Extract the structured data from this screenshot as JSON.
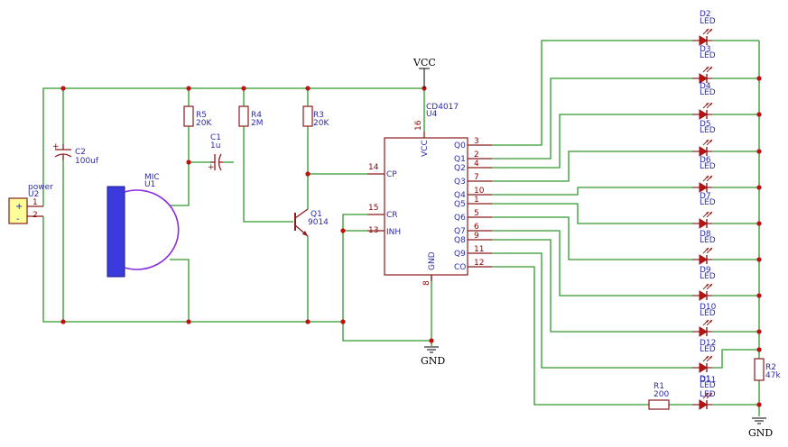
{
  "power": {
    "vcc": "VCC",
    "gnd": "GND"
  },
  "u2": {
    "ref": "U2",
    "value": "power",
    "pin1": "1",
    "pin2": "2",
    "plus": "+",
    "minus": "-"
  },
  "c2": {
    "ref": "C2",
    "value": "100uf"
  },
  "mic": {
    "ref": "U1",
    "value": "MIC"
  },
  "r5": {
    "ref": "R5",
    "value": "20K"
  },
  "r4": {
    "ref": "R4",
    "value": "2M"
  },
  "r3": {
    "ref": "R3",
    "value": "20K"
  },
  "c1": {
    "ref": "C1",
    "value": "1u"
  },
  "q1": {
    "ref": "Q1",
    "value": "9014"
  },
  "u4": {
    "ref": "U4",
    "value": "CD4017",
    "left_pins": [
      {
        "num": "14",
        "name": "CP"
      },
      {
        "num": "15",
        "name": "CR"
      },
      {
        "num": "13",
        "name": "INH"
      }
    ],
    "top_pin": {
      "num": "16",
      "name": "VCC"
    },
    "bottom_pin": {
      "num": "8",
      "name": "GND"
    },
    "right_pins": [
      {
        "num": "3",
        "name": "Q0"
      },
      {
        "num": "2",
        "name": "Q1"
      },
      {
        "num": "4",
        "name": "Q2"
      },
      {
        "num": "7",
        "name": "Q3"
      },
      {
        "num": "10",
        "name": "Q4"
      },
      {
        "num": "1",
        "name": "Q5"
      },
      {
        "num": "5",
        "name": "Q6"
      },
      {
        "num": "6",
        "name": "Q7"
      },
      {
        "num": "9",
        "name": "Q8"
      },
      {
        "num": "11",
        "name": "Q9"
      },
      {
        "num": "12",
        "name": "CO"
      }
    ]
  },
  "leds": [
    {
      "ref": "D2",
      "value": "LED"
    },
    {
      "ref": "D3",
      "value": "LED"
    },
    {
      "ref": "D4",
      "value": "LED"
    },
    {
      "ref": "D5",
      "value": "LED"
    },
    {
      "ref": "D6",
      "value": "LED"
    },
    {
      "ref": "D7",
      "value": "LED"
    },
    {
      "ref": "D8",
      "value": "LED"
    },
    {
      "ref": "D9",
      "value": "LED"
    },
    {
      "ref": "D10",
      "value": "LED"
    },
    {
      "ref": "D12",
      "value": "LED"
    },
    {
      "ref": "D1",
      "value": "LED"
    },
    {
      "ref": "D11",
      "value": "LED"
    }
  ],
  "r1": {
    "ref": "R1",
    "value": "200"
  },
  "r2": {
    "ref": "R2",
    "value": "47k"
  }
}
